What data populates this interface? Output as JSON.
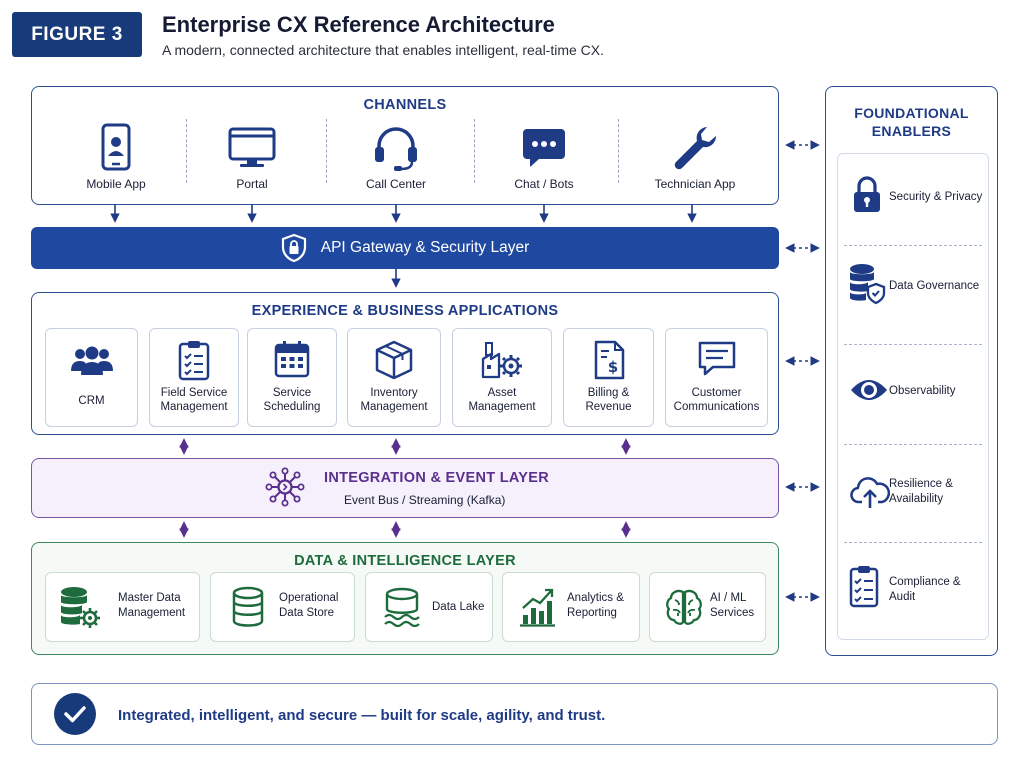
{
  "header": {
    "figure_label": "FIGURE 3",
    "title": "Enterprise CX Reference Architecture",
    "subtitle": "A modern, connected architecture that enables intelligent, real-time CX."
  },
  "channels": {
    "title": "CHANNELS",
    "items": [
      {
        "label": "Mobile App",
        "icon": "mobile-phone-icon"
      },
      {
        "label": "Portal",
        "icon": "monitor-icon"
      },
      {
        "label": "Call Center",
        "icon": "headset-icon"
      },
      {
        "label": "Chat / Bots",
        "icon": "chat-bubble-icon"
      },
      {
        "label": "Technician App",
        "icon": "wrench-icon"
      }
    ]
  },
  "gateway": {
    "label": "API Gateway & Security Layer",
    "icon": "shield-lock-icon"
  },
  "experience": {
    "title": "EXPERIENCE & BUSINESS APPLICATIONS",
    "items": [
      {
        "label": "CRM",
        "icon": "users-icon"
      },
      {
        "label": "Field Service\nManagement",
        "icon": "clipboard-checklist-icon"
      },
      {
        "label": "Service\nScheduling",
        "icon": "calendar-icon"
      },
      {
        "label": "Inventory\nManagement",
        "icon": "box-icon"
      },
      {
        "label": "Asset\nManagement",
        "icon": "factory-gear-icon"
      },
      {
        "label": "Billing &\nRevenue",
        "icon": "invoice-dollar-icon"
      },
      {
        "label": "Customer\nCommunications",
        "icon": "message-icon"
      }
    ]
  },
  "integration": {
    "title": "INTEGRATION & EVENT LAYER",
    "subtitle": "Event Bus / Streaming (Kafka)",
    "icon": "network-hub-icon"
  },
  "data_layer": {
    "title": "DATA & INTELLIGENCE LAYER",
    "items": [
      {
        "label": "Master Data\nManagement",
        "icon": "database-gear-icon"
      },
      {
        "label": "Operational\nData Store",
        "icon": "database-icon"
      },
      {
        "label": "Data Lake",
        "icon": "data-lake-icon"
      },
      {
        "label": "Analytics &\nReporting",
        "icon": "bar-chart-icon"
      },
      {
        "label": "AI / ML\nServices",
        "icon": "brain-icon"
      }
    ]
  },
  "foundation": {
    "title": "FOUNDATIONAL\nENABLERS",
    "items": [
      {
        "label": "Security & Privacy",
        "icon": "padlock-icon"
      },
      {
        "label": "Data Governance",
        "icon": "database-shield-icon"
      },
      {
        "label": "Observability",
        "icon": "eye-icon"
      },
      {
        "label": "Resilience &\nAvailability",
        "icon": "cloud-upload-icon"
      },
      {
        "label": "Compliance &\nAudit",
        "icon": "checklist-icon"
      }
    ]
  },
  "footer": {
    "text": "Integrated, intelligent, and secure — built for scale, agility, and trust.",
    "icon": "checkmark-circle-icon"
  },
  "colors": {
    "navy": "#173a7a",
    "blue": "#1f48a0",
    "purple": "#5a2f8e",
    "green": "#1e6b3d"
  }
}
